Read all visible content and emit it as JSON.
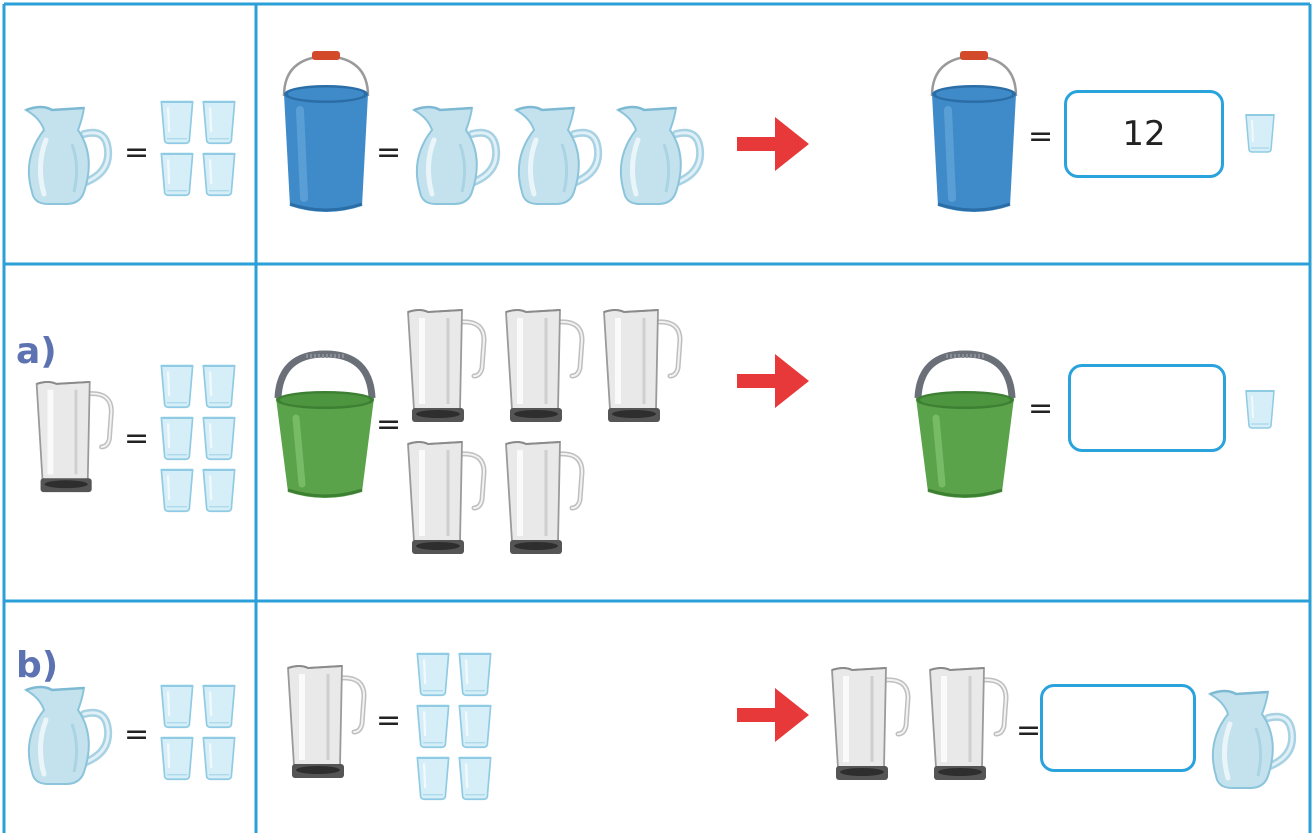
{
  "rows": [
    {
      "label": "",
      "given": {
        "container": "round-pitcher",
        "equals": "=",
        "glasses": 4
      },
      "fill": {
        "container": "blue-bucket",
        "equals": "=",
        "pitchers": 3,
        "pitcher_type": "round-pitcher"
      },
      "arrow": "right-arrow",
      "answer": {
        "container": "blue-bucket",
        "equals": "=",
        "value": "12",
        "unit": "glass-icon"
      }
    },
    {
      "label": "a)",
      "given": {
        "container": "tall-jug",
        "equals": "=",
        "glasses": 6
      },
      "fill": {
        "container": "green-bucket",
        "equals": "=",
        "pitchers": 5,
        "pitcher_type": "tall-jug"
      },
      "arrow": "right-arrow",
      "answer": {
        "container": "green-bucket",
        "equals": "=",
        "value": "",
        "unit": "glass-icon"
      }
    },
    {
      "label": "b)",
      "given": {
        "container": "round-pitcher",
        "equals": "=",
        "glasses": 4
      },
      "fill": {
        "container": "tall-jug",
        "equals": "=",
        "glasses": 6
      },
      "arrow": "right-arrow",
      "answer": {
        "containers": 2,
        "container": "tall-jug",
        "equals": "=",
        "value": "",
        "unit": "round-pitcher"
      }
    }
  ],
  "colors": {
    "grid": "#2a9fd8",
    "label": "#5d72b0",
    "arrow": "#e8393a",
    "answer_border": "#2aa3dd",
    "blue_bucket": "#3f8ac8",
    "green_bucket": "#5aa34a",
    "glass": "#cfeaf5"
  }
}
